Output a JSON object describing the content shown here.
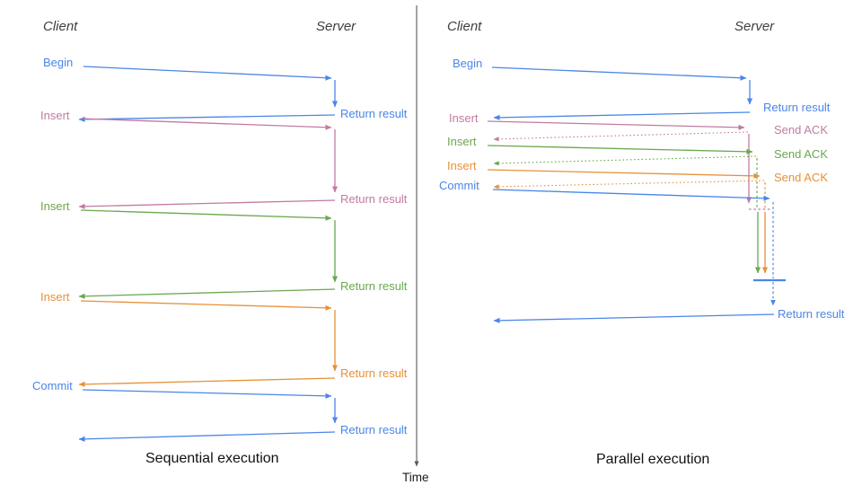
{
  "palette": {
    "blue": "#4a86e8",
    "pink": "#c27ba0",
    "green": "#6aa84f",
    "orange": "#e69138",
    "axis_gray": "#595959",
    "header_gray": "#3c4043",
    "title_black": "#111111"
  },
  "left": {
    "title": "Sequential execution",
    "client_header": "Client",
    "server_header": "Server",
    "ops": [
      {
        "label": "Begin",
        "color": "#4a86e8",
        "return_label": "Return result"
      },
      {
        "label": "Insert",
        "color": "#c27ba0",
        "return_label": "Return result"
      },
      {
        "label": "Insert",
        "color": "#6aa84f",
        "return_label": "Return result"
      },
      {
        "label": "Insert",
        "color": "#e69138",
        "return_label": "Return result"
      },
      {
        "label": "Commit",
        "color": "#4a86e8",
        "return_label": "Return result"
      }
    ]
  },
  "right": {
    "title": "Parallel execution",
    "client_header": "Client",
    "server_header": "Server",
    "ops": [
      {
        "label": "Begin",
        "color": "#4a86e8",
        "response_label": "Return result"
      },
      {
        "label": "Insert",
        "color": "#c27ba0",
        "response_label": "Send ACK"
      },
      {
        "label": "Insert",
        "color": "#6aa84f",
        "response_label": "Send ACK"
      },
      {
        "label": "Insert",
        "color": "#e69138",
        "response_label": "Send ACK"
      },
      {
        "label": "Commit",
        "color": "#4a86e8",
        "response_label": "Return result"
      }
    ],
    "final_return_label": "Return result"
  },
  "time_axis": {
    "label": "Time"
  }
}
